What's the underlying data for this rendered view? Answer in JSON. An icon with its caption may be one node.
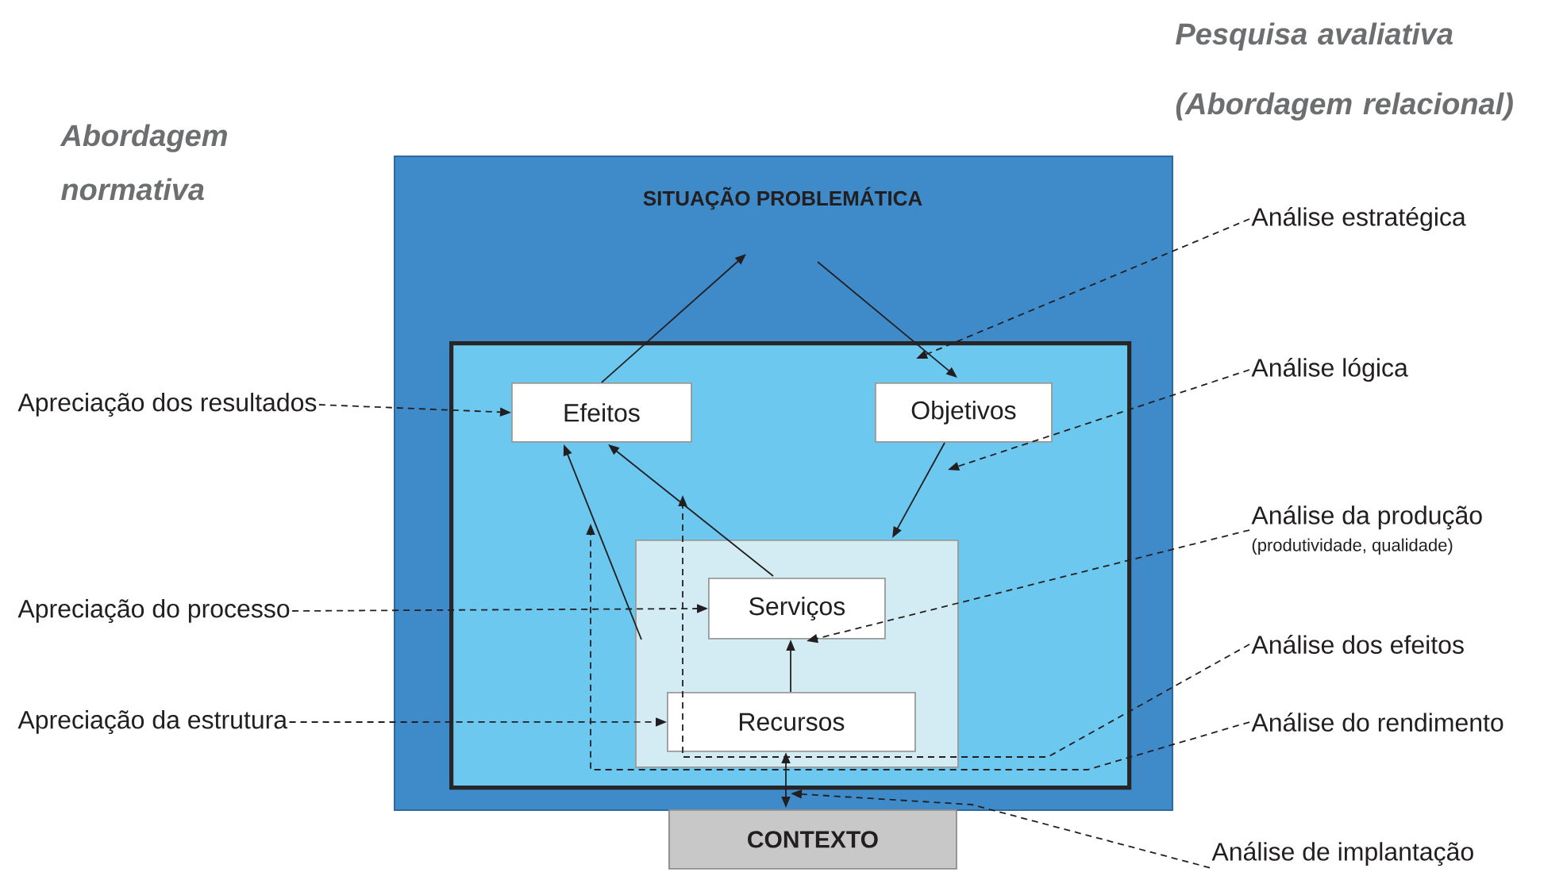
{
  "diagram": {
    "nodes": [
      {
        "text": [
          "SITUAÇÃO PROBLEMÁTICA"
        ]
      },
      {
        "text": [],
        "shape": "box",
        "in": 0
      },
      {
        "text": [
          "Efeitos"
        ],
        "in": 1
      },
      {
        "text": [
          "Objetivos"
        ],
        "in": 1
      },
      {
        "text": [],
        "shape": "box",
        "in": 1
      },
      {
        "text": [
          "Serviços"
        ],
        "in": 4
      },
      {
        "text": [
          "Recursos"
        ],
        "in": 4
      },
      {
        "text": [
          "CONTEXTO"
        ]
      },
      {
        "text": [
          "Apreciação dos resultados"
        ]
      },
      {
        "text": [
          "Apreciação do processo"
        ]
      },
      {
        "text": [
          "Apreciação da estrutura"
        ]
      },
      {
        "text": [
          "Análise estratégica"
        ]
      },
      {
        "text": [
          "Análise lógica"
        ]
      },
      {
        "text": [
          "Análise da produção",
          "(produtividade, qualidade)"
        ]
      },
      {
        "text": [
          "Análise dos efeitos"
        ]
      },
      {
        "text": [
          "Análise do rendimento"
        ]
      },
      {
        "text": [
          "Análise de implantação"
        ]
      }
    ],
    "edges": [
      {
        "from": 2,
        "to": null,
        "arrow": "to"
      },
      {
        "from": null,
        "to": 3,
        "arrow": "to"
      },
      {
        "from": 3,
        "to": 4,
        "arrow": "to"
      },
      {
        "from": 5,
        "to": 2,
        "arrow": "to"
      },
      {
        "from": 4,
        "to": 2,
        "arrow": "to"
      },
      {
        "from": 6,
        "to": 5,
        "arrow": "to"
      },
      {
        "from": 6,
        "to": 7,
        "arrow": "both"
      },
      {
        "from": 8,
        "to": 2,
        "arrow": "to",
        "style": "dashed"
      },
      {
        "from": 9,
        "to": 5,
        "arrow": "to",
        "style": "dashed"
      },
      {
        "from": 10,
        "to": 6,
        "arrow": "to",
        "style": "dashed"
      },
      {
        "from": 11,
        "to": 1,
        "arrow": "to",
        "style": "dashed"
      },
      {
        "from": 12,
        "to": null,
        "arrow": "to",
        "style": "dashed"
      },
      {
        "from": 13,
        "to": 5,
        "arrow": "to",
        "style": "dashed"
      },
      {
        "from": 14,
        "to": null,
        "arrow": "to",
        "style": "dashed"
      },
      {
        "from": 15,
        "to": null,
        "arrow": "to",
        "style": "dashed"
      },
      {
        "from": 16,
        "to": 0,
        "arrow": "to",
        "style": "dashed"
      }
    ],
    "labels": [
      "Pesquisa avaliativa",
      "(Abordagem relacional)",
      "Abordagem normativa"
    ]
  }
}
